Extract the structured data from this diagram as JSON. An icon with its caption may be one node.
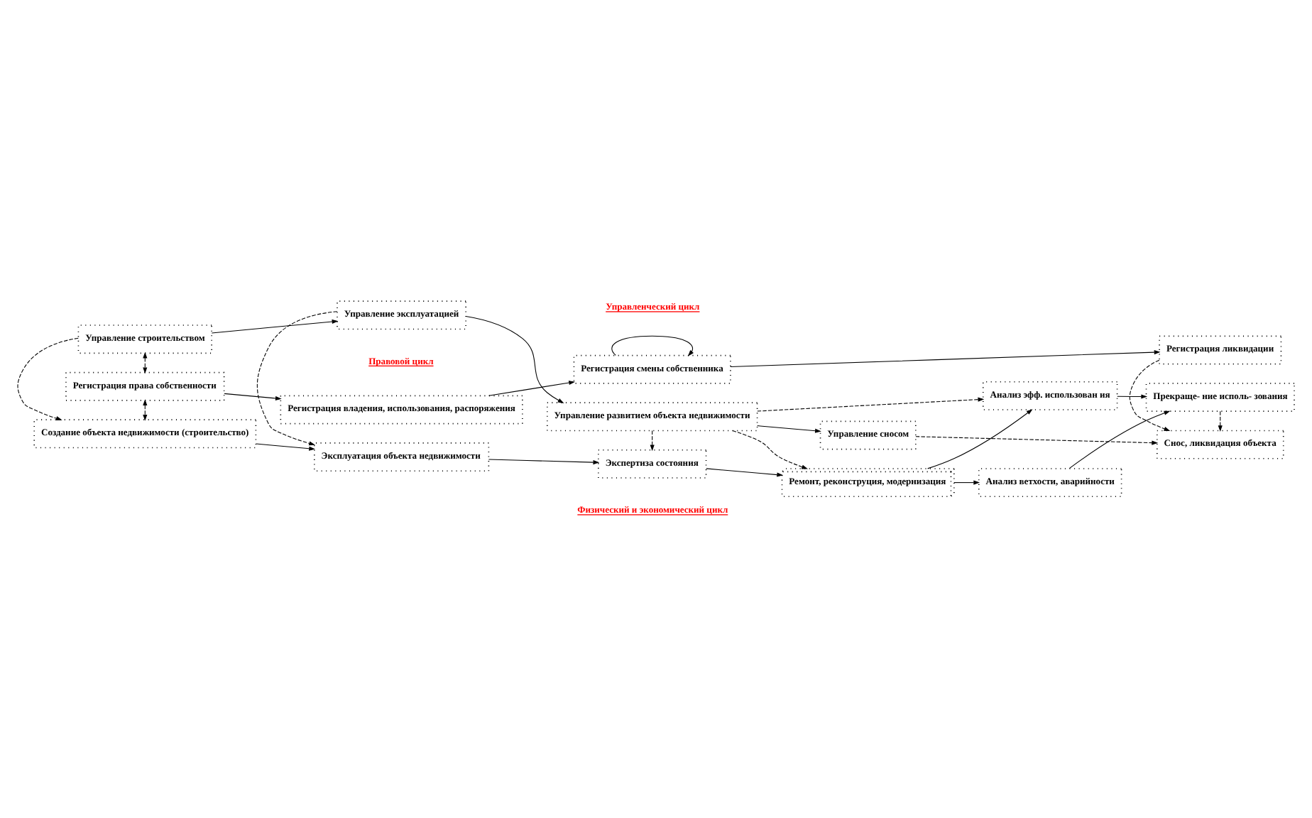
{
  "diagram": {
    "nodes": [
      {
        "text": [
          "Создание объекта недвижимости (строительство)"
        ]
      },
      {
        "text": [
          "Эксплуатация объекта недвижимости"
        ]
      },
      {
        "text": [
          "Экспертиза состояния"
        ]
      },
      {
        "text": [
          "Ремонт, реконструция, модернизация"
        ]
      },
      {
        "text": [
          "Анализ ветхости, аварийности"
        ]
      },
      {
        "text": [
          "Прекраще- ние исполь- зования"
        ]
      },
      {
        "text": [
          "Управление строительством"
        ]
      },
      {
        "text": [
          "Управление эксплуатацией"
        ]
      },
      {
        "text": [
          "Управление развитием объекта недвижимости"
        ]
      },
      {
        "text": [
          "Анализ эфф. использован ия"
        ]
      },
      {
        "text": [
          "Снос, ликвидация объекта"
        ]
      },
      {
        "text": [
          "Управление сносом"
        ]
      },
      {
        "text": [
          "Регистрация права собственности"
        ]
      },
      {
        "text": [
          "Регистрация владения, использования, распоряжения"
        ]
      },
      {
        "text": [
          "Регистрация смены собственника"
        ]
      },
      {
        "text": [
          "Регистрация ликвидации"
        ]
      }
    ],
    "edges": [
      {
        "from": 0,
        "to": 1,
        "arrow": "to"
      },
      {
        "from": 6,
        "to": 0,
        "arrow": "to",
        "style": "dashed"
      },
      {
        "from": 12,
        "to": 0,
        "arrow": "both",
        "style": "dashed"
      },
      {
        "from": 6,
        "to": 12,
        "arrow": "both",
        "style": "dashed"
      },
      {
        "from": 6,
        "to": 7,
        "arrow": "to"
      },
      {
        "from": 7,
        "to": 1,
        "arrow": "to",
        "style": "dashed"
      },
      {
        "from": 1,
        "to": 2,
        "arrow": "to"
      },
      {
        "from": 7,
        "to": 8,
        "arrow": "to"
      },
      {
        "from": 8,
        "to": 2,
        "arrow": "to",
        "style": "dashed"
      },
      {
        "from": 2,
        "to": 3,
        "arrow": "to"
      },
      {
        "from": 8,
        "to": 3,
        "arrow": "to",
        "style": "dashed"
      },
      {
        "from": 3,
        "to": 4,
        "arrow": "to"
      },
      {
        "from": 3,
        "to": 9,
        "arrow": "to"
      },
      {
        "from": 8,
        "to": 9,
        "arrow": "to",
        "style": "dashed"
      },
      {
        "from": 8,
        "to": 11,
        "arrow": "to"
      },
      {
        "from": 4,
        "to": 5,
        "arrow": "to"
      },
      {
        "from": 9,
        "to": 5,
        "arrow": "to"
      },
      {
        "from": 5,
        "to": 10,
        "arrow": "to",
        "style": "dashed"
      },
      {
        "from": 11,
        "to": 10,
        "arrow": "to",
        "style": "dashed"
      },
      {
        "from": 15,
        "to": 10,
        "arrow": "to",
        "style": "dashed"
      },
      {
        "from": 12,
        "to": 13,
        "arrow": "to"
      },
      {
        "from": 13,
        "to": 14,
        "arrow": "to"
      },
      {
        "from": 14,
        "to": 14,
        "arrow": "to"
      },
      {
        "from": 14,
        "to": 15,
        "arrow": "to"
      }
    ],
    "labels": [
      "Физический и экономический цикл",
      "Управленческий цикл",
      "Правовой цикл"
    ]
  }
}
